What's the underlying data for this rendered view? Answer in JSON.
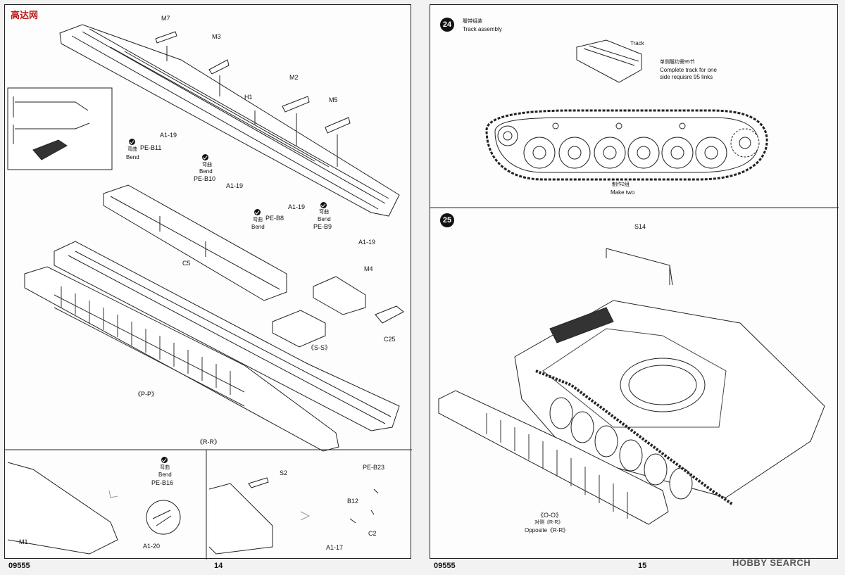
{
  "watermark_left": "高达网",
  "watermark_right": "HOBBY SEARCH",
  "left_page": {
    "number": "14",
    "kit_code": "09555",
    "parts": {
      "m7": "M7",
      "m3": "M3",
      "m2": "M2",
      "m5": "M5",
      "h1": "H1",
      "a119_1": "A1-19",
      "peb11": "PE-B11",
      "peb10": "PE-B10",
      "a119_2": "A1-19",
      "peb8": "PE-B8",
      "a119_3": "A1-19",
      "peb9": "PE-B9",
      "a119_4": "A1-19",
      "m4": "M4",
      "c5": "C5",
      "c25": "C25",
      "ss": "《S-S》",
      "pp": "《P-P》",
      "rr": "《R-R》"
    },
    "bend_cn": "弯曲",
    "bend_en": "Bend",
    "sub_left": {
      "bend_cn": "弯曲",
      "bend_en": "Bend",
      "part_pe": "PE-B16",
      "part_m1": "M1",
      "part_a120": "A1-20"
    },
    "sub_right": {
      "s2": "S2",
      "peb23": "PE-B23",
      "b12": "B12",
      "c2": "C2",
      "a117": "A1-17"
    }
  },
  "right_page": {
    "number": "15",
    "kit_code": "09555",
    "step24": {
      "number": "24",
      "title_cn": "履带组装",
      "title_en": "Track assembly",
      "track_label": "Track",
      "note_cn": "单侧履约需95节",
      "note_en_1": "Complete track for one",
      "note_en_2": "side requisre 95 links",
      "make_cn": "制作2组",
      "make_en": "Make two"
    },
    "step25": {
      "number": "25",
      "s14": "S14",
      "oo": "《O-O》",
      "opposite_cn": "对侧《R-R》",
      "opposite_en": "Opposite《R-R》"
    }
  }
}
